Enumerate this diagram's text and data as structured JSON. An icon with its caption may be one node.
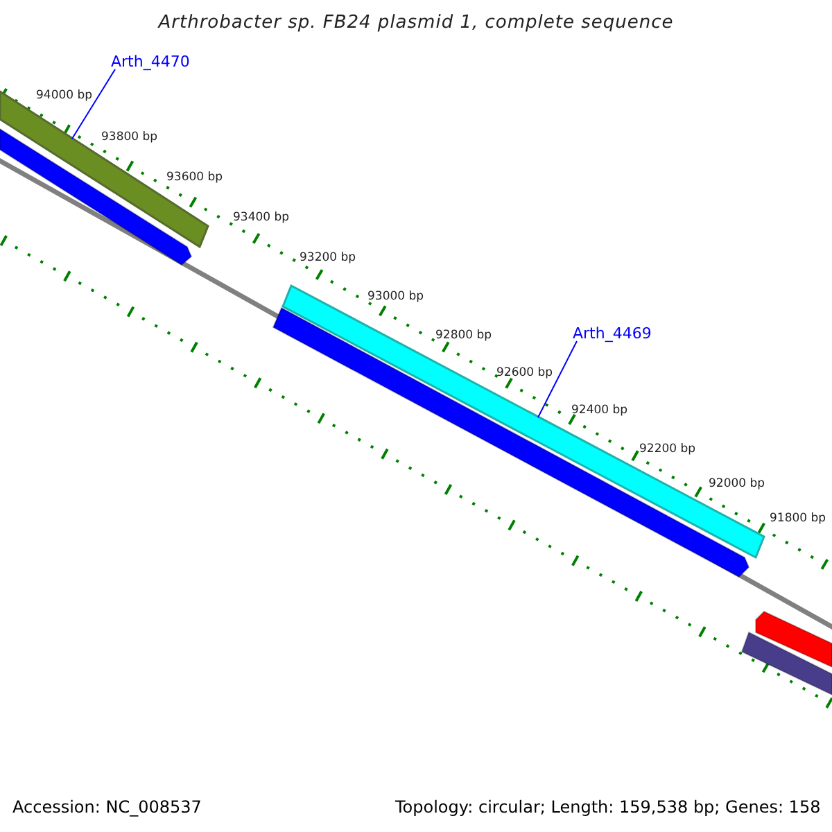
{
  "diagram": {
    "title": "Arthrobacter sp. FB24 plasmid 1, complete sequence",
    "nodes": [
      {
        "text": [
          "Arth_4470"
        ]
      },
      {
        "text": [],
        "shape": "bar"
      },
      {
        "text": [
          "Arth_4469"
        ]
      },
      {
        "text": [],
        "shape": "bar"
      }
    ],
    "edges": [
      {
        "from": 0,
        "to": 1,
        "arrow": "none"
      },
      {
        "from": 2,
        "to": 3,
        "arrow": "none"
      }
    ],
    "labels": [
      "94000 bp",
      "93800 bp",
      "93600 bp",
      "93400 bp",
      "93200 bp",
      "93000 bp",
      "92800 bp",
      "92600 bp",
      "92400 bp",
      "92200 bp",
      "92000 bp",
      "91800 bp",
      "Accession: NC_008537",
      "Topology: circular; Length: 159,538 bp; Genes: 158"
    ]
  }
}
